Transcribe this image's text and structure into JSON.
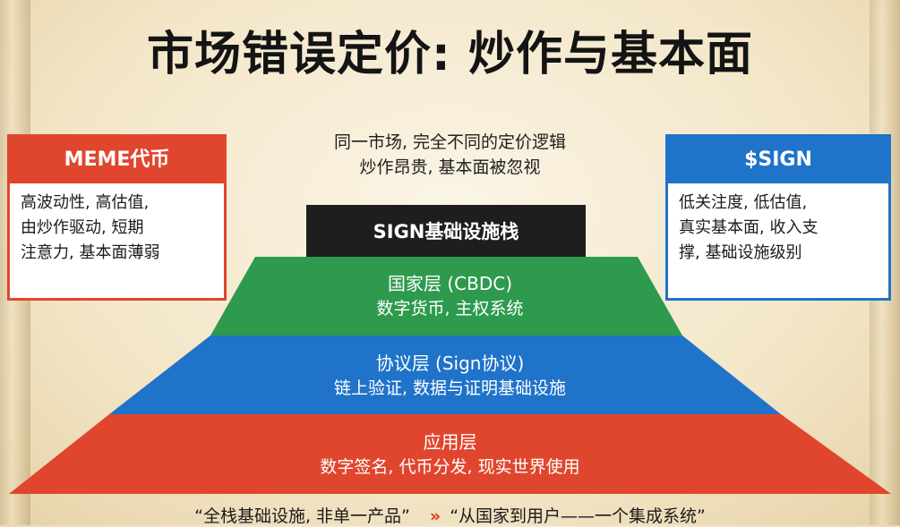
{
  "title": "市场错误定价: 炒作与基本面",
  "subtitle": {
    "line1": "同一市场, 完全不同的定价逻辑",
    "line2": "炒作昂贵, 基本面被忽视"
  },
  "left_card": {
    "heading": "MEME代币",
    "lines": [
      "高波动性, 高估值,",
      "由炒作驱动, 短期",
      "注意力, 基本面薄弱"
    ]
  },
  "right_card": {
    "heading": "$SIGN",
    "lines": [
      "低关注度, 低估值,",
      "真实基本面, 收入支",
      "撑, 基础设施级别"
    ]
  },
  "pyramid": {
    "top_label": "SIGN基础设施栈",
    "layers": [
      {
        "title": "国家层 (CBDC)",
        "desc": "数字货币, 主权系统",
        "color": "#2e9a4e"
      },
      {
        "title": "协议层 (Sign协议)",
        "desc": "链上验证, 数据与证明基础设施",
        "color": "#1f73c9"
      },
      {
        "title": "应用层",
        "desc": "数字签名, 代币分发, 现实世界使用",
        "color": "#e0462e"
      }
    ]
  },
  "footer": {
    "left": "“全栈基础设施, 非单一产品”",
    "arrow": "»",
    "right": "“从国家到用户——一个集成系统”"
  }
}
